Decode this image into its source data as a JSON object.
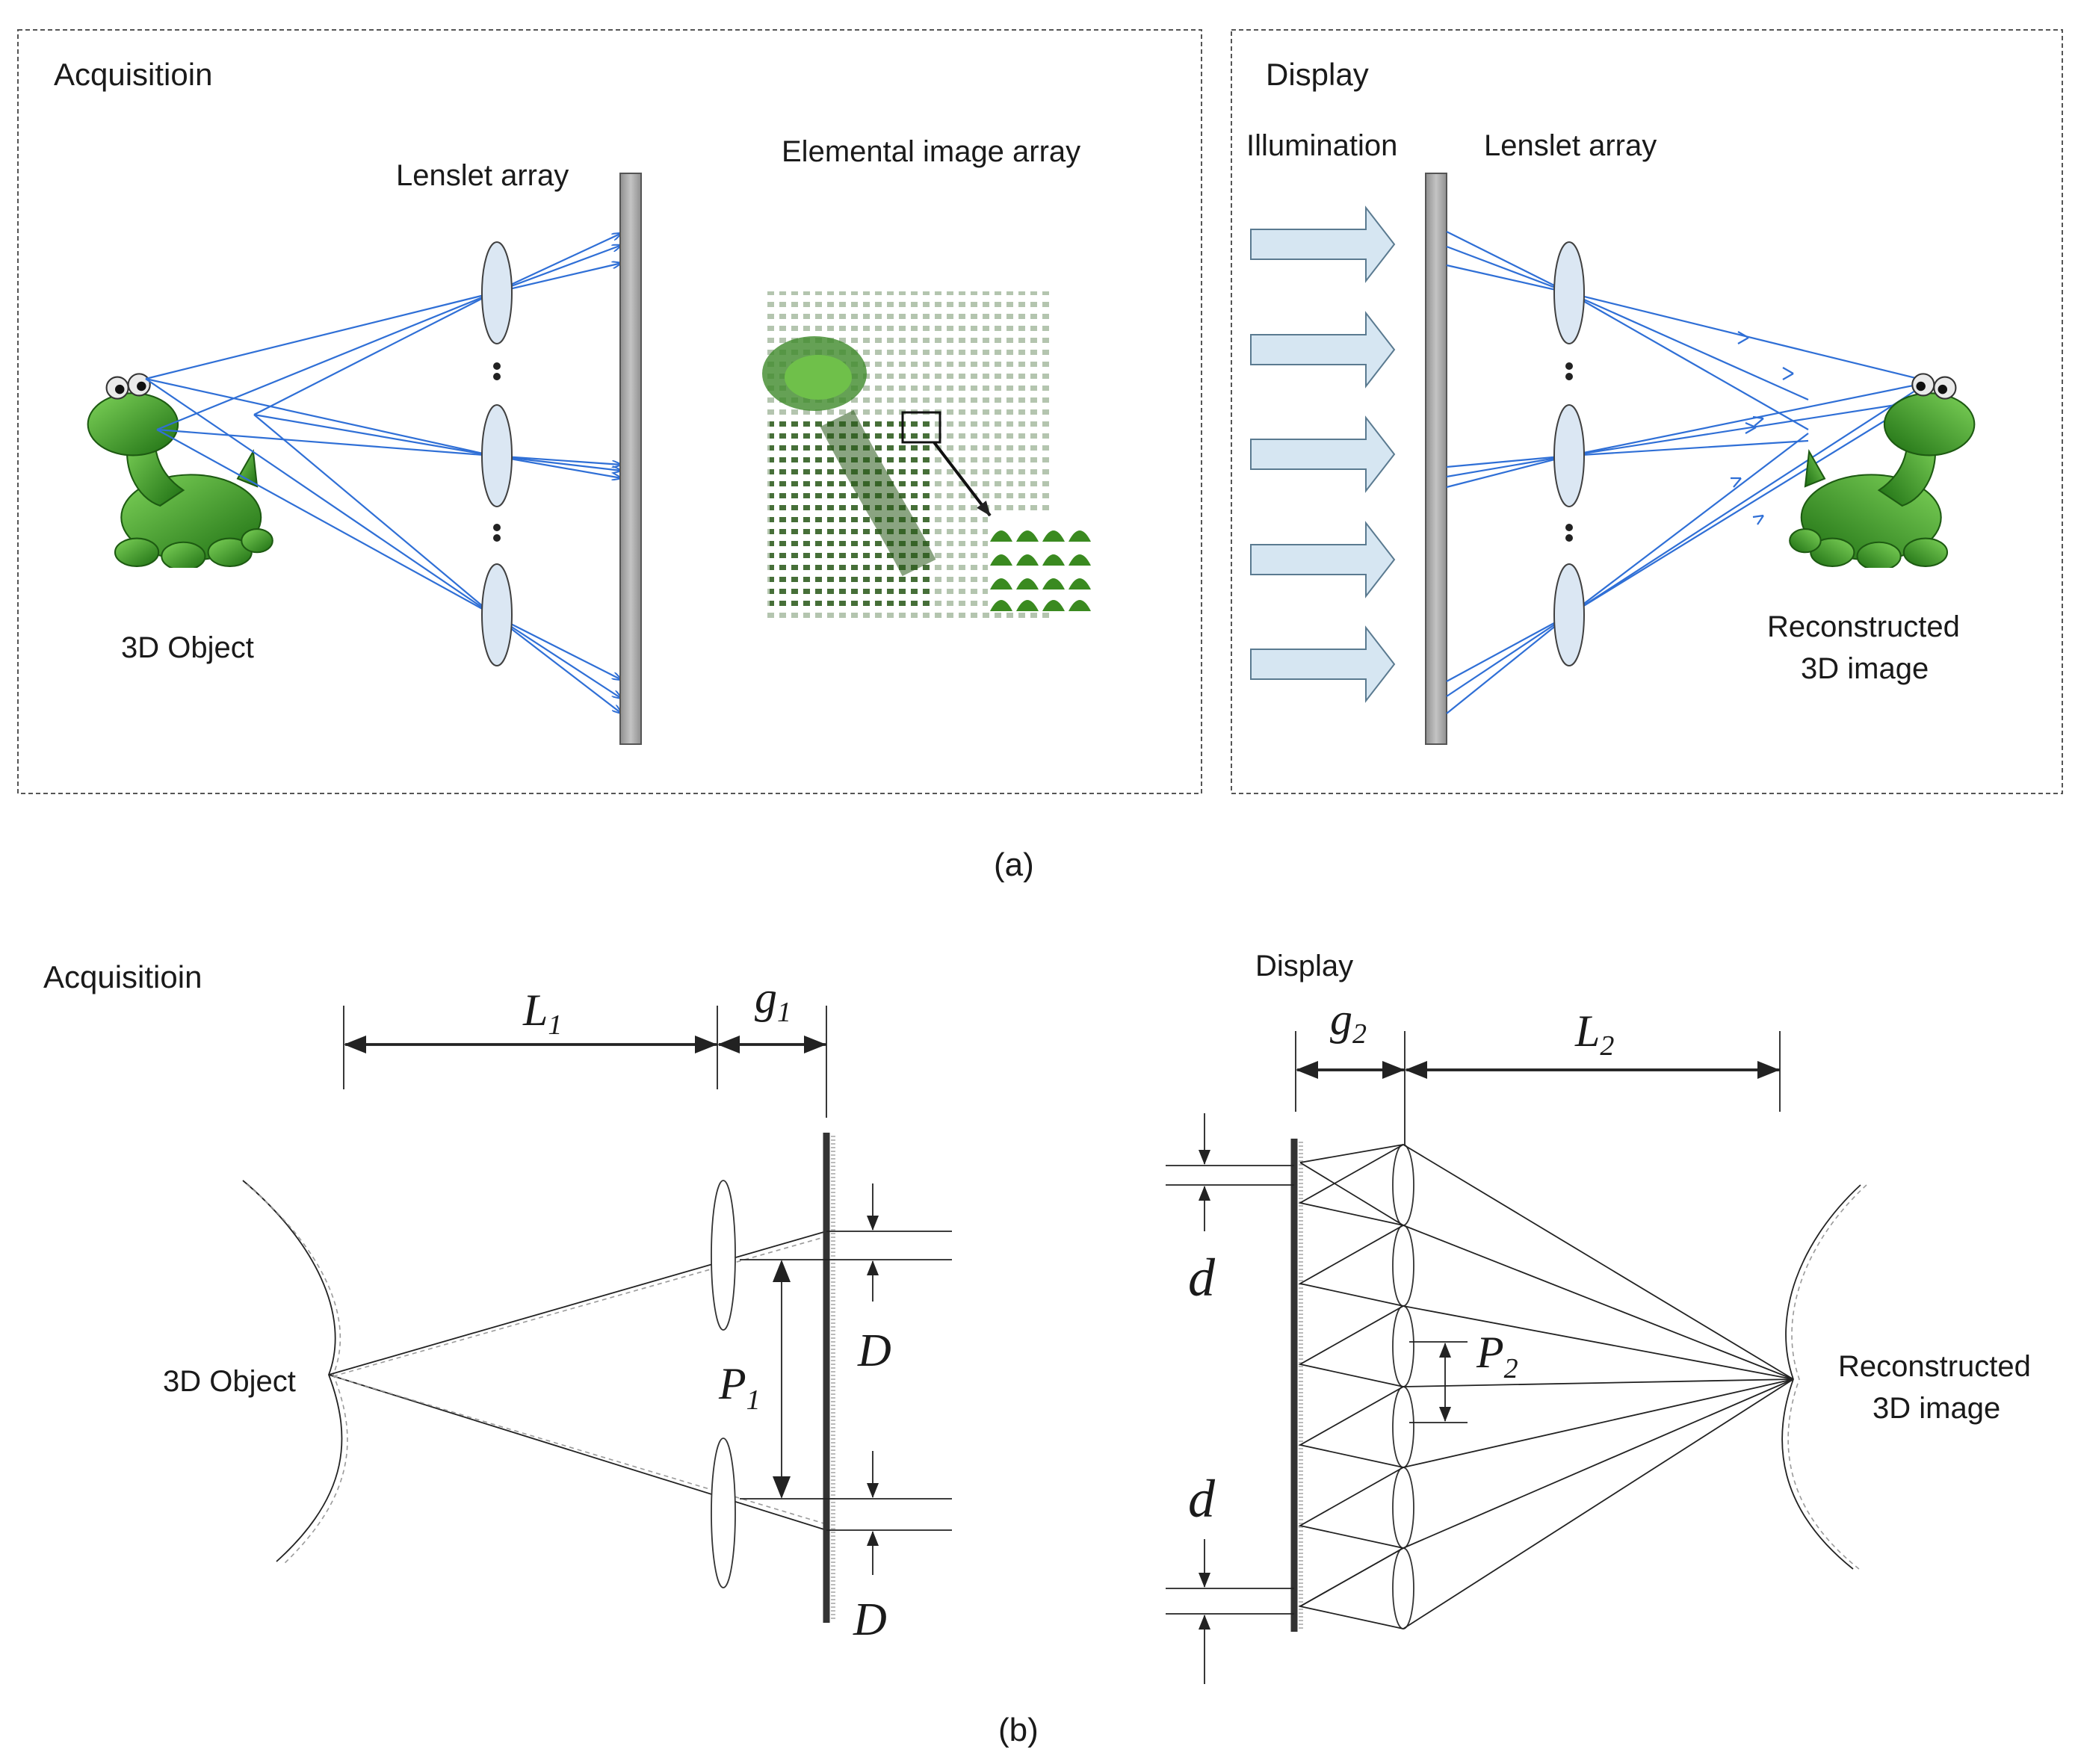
{
  "panel_a": {
    "acquisition": {
      "title": "Acquisitioin",
      "lenslet_label": "Lenslet array",
      "eia_label": "Elemental image array",
      "object_label": "3D Object"
    },
    "display": {
      "title": "Display",
      "illumination_label": "Illumination",
      "lenslet_label": "Lenslet array",
      "recon_line1": "Reconstructed",
      "recon_line2": "3D image"
    },
    "caption": "(a)"
  },
  "panel_b": {
    "acquisition": {
      "title": "Acquisitioin",
      "object_label": "3D Object",
      "L1": "L",
      "L1_sub": "1",
      "g1": "g",
      "g1_sub": "1",
      "P1": "P",
      "P1_sub": "1",
      "D_top": "D",
      "D_bottom": "D"
    },
    "display": {
      "title": "Display",
      "g2": "g",
      "g2_sub": "2",
      "L2": "L",
      "L2_sub": "2",
      "P2": "P",
      "P2_sub": "2",
      "d_top": "d",
      "d_bottom": "d",
      "recon_line1": "Reconstructed",
      "recon_line2": "3D image"
    },
    "caption": "(b)"
  },
  "colors": {
    "ray": "#2f6fd6",
    "lens_fill": "#dbe7f3",
    "dino_green": "#3fa82a",
    "arrow_fill": "#d6e6f2"
  }
}
